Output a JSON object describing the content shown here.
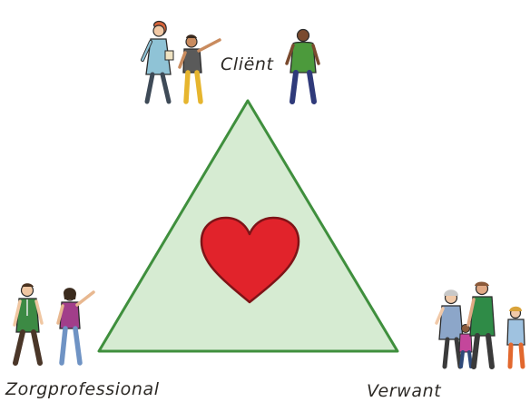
{
  "labels": {
    "top": "Cliënt",
    "bottom_left": "Zorgprofessional",
    "bottom_right": "Verwant"
  },
  "colors": {
    "triangle_fill": "#d6ebd2",
    "triangle_stroke": "#3f8f3d",
    "heart_fill": "#e1232b",
    "heart_stroke": "#7e1317",
    "outline": "#2b2b2b"
  },
  "icons": [
    "people-group-icon",
    "heart-icon",
    "triangle-shape"
  ]
}
